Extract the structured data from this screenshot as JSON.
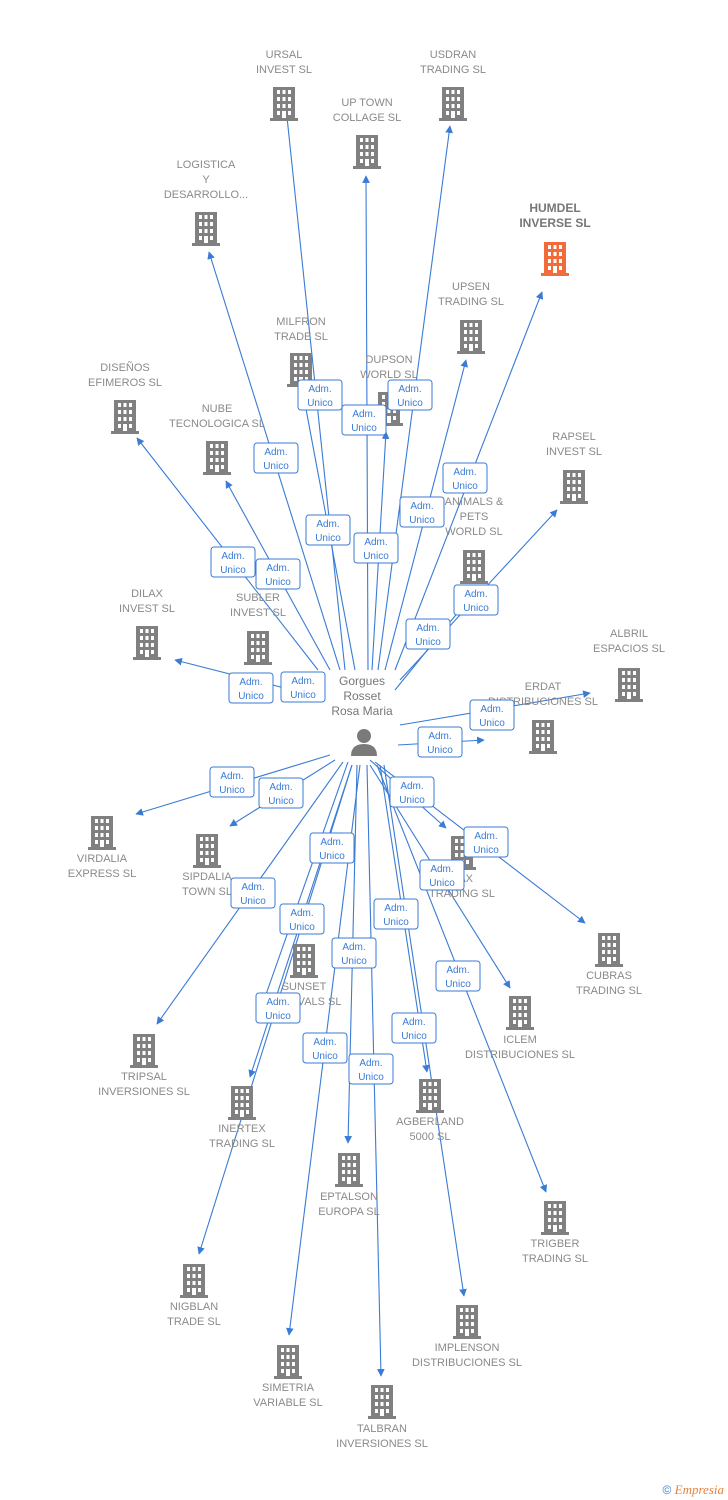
{
  "colors": {
    "edge": "#3a7bd5",
    "building": "#808080",
    "highlight": "#f26b3a",
    "label": "#8a8a8a"
  },
  "center": {
    "name_lines": [
      "Gorgues",
      "Rosset",
      "Rosa Maria"
    ],
    "icon": "person-icon"
  },
  "relation_label": [
    "Adm.",
    "Unico"
  ],
  "companies": [
    {
      "id": "ursal",
      "lines": [
        "URSAL",
        "INVEST SL"
      ]
    },
    {
      "id": "usdran",
      "lines": [
        "USDRAN",
        "TRADING SL"
      ]
    },
    {
      "id": "uptown",
      "lines": [
        "UP TOWN",
        "COLLAGE SL"
      ]
    },
    {
      "id": "logistica",
      "lines": [
        "LOGISTICA",
        "Y",
        "DESARROLLO..."
      ]
    },
    {
      "id": "humdel",
      "lines": [
        "HUMDEL",
        "INVERSE  SL"
      ],
      "highlight": true
    },
    {
      "id": "upsen",
      "lines": [
        "UPSEN",
        "TRADING SL"
      ]
    },
    {
      "id": "milfron",
      "lines": [
        "MILFRON",
        "TRADE SL"
      ]
    },
    {
      "id": "dupson",
      "lines": [
        "DUPSON",
        "WORLD SL"
      ]
    },
    {
      "id": "disenos",
      "lines": [
        "DISEÑOS",
        "EFIMEROS SL"
      ]
    },
    {
      "id": "nube",
      "lines": [
        "NUBE",
        "TECNOLOGICA SL"
      ]
    },
    {
      "id": "rapsel",
      "lines": [
        "RAPSEL",
        "INVEST SL"
      ]
    },
    {
      "id": "animals",
      "lines": [
        "ANIMALS &",
        "PETS",
        "WORLD SL"
      ]
    },
    {
      "id": "dilax",
      "lines": [
        "DILAX",
        "INVEST SL"
      ]
    },
    {
      "id": "subler",
      "lines": [
        "SUBLER",
        "INVEST SL"
      ]
    },
    {
      "id": "albril",
      "lines": [
        "ALBRIL",
        "ESPACIOS SL"
      ]
    },
    {
      "id": "erdat",
      "lines": [
        "ERDAT",
        "DISTRIBUCIONES SL"
      ]
    },
    {
      "id": "virdalia",
      "lines": [
        "VIRDALIA",
        "EXPRESS SL"
      ]
    },
    {
      "id": "sipdalia",
      "lines": [
        "SIPDALIA",
        "TOWN SL"
      ]
    },
    {
      "id": "sax",
      "lines": [
        "SAX",
        "TRADING SL"
      ]
    },
    {
      "id": "cubras",
      "lines": [
        "CUBRAS",
        "TRADING SL"
      ]
    },
    {
      "id": "sunset",
      "lines": [
        "SUNSET",
        "FESTIVALS SL"
      ]
    },
    {
      "id": "iclem",
      "lines": [
        "ICLEM",
        "DISTRIBUCIONES SL"
      ]
    },
    {
      "id": "tripsal",
      "lines": [
        "TRIPSAL",
        "INVERSIONES SL"
      ]
    },
    {
      "id": "agberland",
      "lines": [
        "AGBERLAND",
        "5000 SL"
      ]
    },
    {
      "id": "inertex",
      "lines": [
        "INERTEX",
        "TRADING SL"
      ]
    },
    {
      "id": "eptalson",
      "lines": [
        "EPTALSON",
        "EUROPA SL"
      ]
    },
    {
      "id": "trigber",
      "lines": [
        "TRIGBER",
        "TRADING SL"
      ]
    },
    {
      "id": "nigblan",
      "lines": [
        "NIGBLAN",
        "TRADE SL"
      ]
    },
    {
      "id": "implenson",
      "lines": [
        "IMPLENSON",
        "DISTRIBUCIONES SL"
      ]
    },
    {
      "id": "simetria",
      "lines": [
        "SIMETRIA",
        "VARIABLE SL"
      ]
    },
    {
      "id": "talbran",
      "lines": [
        "TALBRAN",
        "INVERSIONES SL"
      ]
    }
  ],
  "footer": {
    "copyright": "©",
    "brand": "Empresia"
  }
}
